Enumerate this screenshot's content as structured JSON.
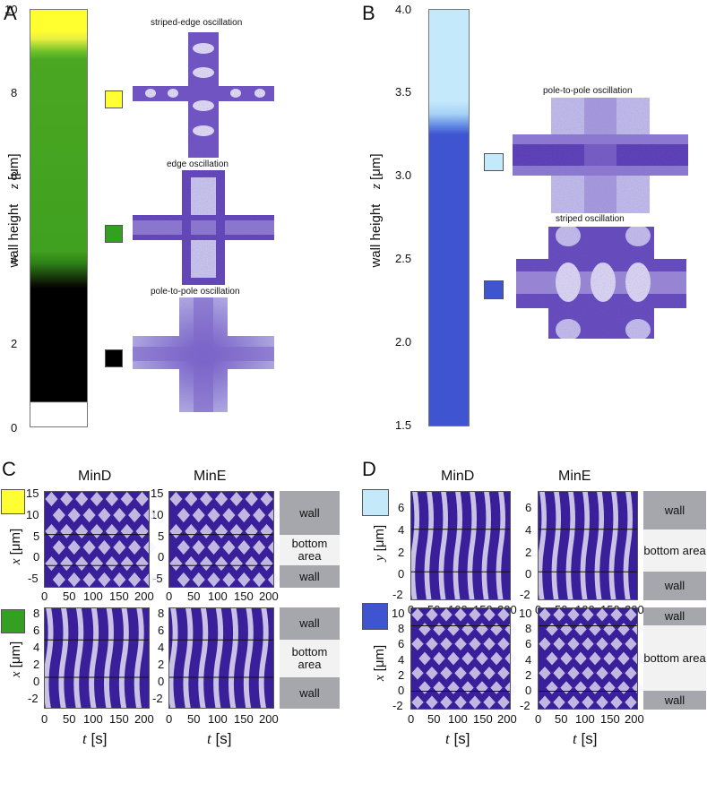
{
  "panelA": {
    "letter": "A",
    "ylabel_text": "wall height",
    "ylabel_var": "z",
    "ylabel_unit": "[μm]",
    "ticks": [
      "0",
      "2",
      "4",
      "6",
      "8",
      "10"
    ],
    "patterns": [
      {
        "label": "striped-edge oscillation",
        "swatch_color": "#ffff33"
      },
      {
        "label": "edge oscillation",
        "swatch_color": "#33a021"
      },
      {
        "label": "pole-to-pole oscillation",
        "swatch_color": "#000000"
      }
    ]
  },
  "panelB": {
    "letter": "B",
    "ylabel_text": "wall height",
    "ylabel_var": "z",
    "ylabel_unit": "[μm]",
    "ticks": [
      "1.5",
      "2.0",
      "2.5",
      "3.0",
      "3.5",
      "4.0"
    ],
    "patterns": [
      {
        "label": "pole-to-pole oscillation",
        "swatch_color": "#c4e9fb"
      },
      {
        "label": "striped oscillation",
        "swatch_color": "#3f54d1"
      }
    ]
  },
  "panelC": {
    "letter": "C",
    "col_titles": [
      "MinD",
      "MinE"
    ],
    "xlabel_var": "t",
    "xlabel_unit": "[s]",
    "xticks": [
      "0",
      "50",
      "100",
      "150",
      "200"
    ],
    "top": {
      "swatch_color": "#ffff33",
      "ylabel_var": "x",
      "ylabel_unit": "[μm]",
      "yticks": [
        "15",
        "10",
        "5",
        "0",
        "-5"
      ],
      "regions": [
        "wall",
        "bottom area",
        "wall"
      ]
    },
    "bottom": {
      "swatch_color": "#33a021",
      "ylabel_var": "x",
      "ylabel_unit": "[μm]",
      "yticks": [
        "8",
        "6",
        "4",
        "2",
        "0",
        "-2"
      ],
      "regions": [
        "wall",
        "bottom area",
        "wall"
      ]
    }
  },
  "panelD": {
    "letter": "D",
    "col_titles": [
      "MinD",
      "MinE"
    ],
    "xlabel_var": "t",
    "xlabel_unit": "[s]",
    "xticks": [
      "0",
      "50",
      "100",
      "150",
      "200"
    ],
    "top": {
      "swatch_color": "#c4e9fb",
      "ylabel_var": "y",
      "ylabel_unit": "[μm]",
      "yticks": [
        "6",
        "4",
        "2",
        "0",
        "-2"
      ],
      "regions": [
        "wall",
        "bottom area",
        "wall"
      ]
    },
    "bottom": {
      "swatch_color": "#3f54d1",
      "ylabel_var": "x",
      "ylabel_unit": "[μm]",
      "yticks": [
        "10",
        "8",
        "6",
        "4",
        "2",
        "0",
        "-2"
      ],
      "regions": [
        "wall",
        "bottom area",
        "wall"
      ]
    }
  },
  "colors": {
    "kymo_dark": "#3a1f9a",
    "kymo_light": "#f4f4fb",
    "region_gray": "#a6a6ad",
    "region_light": "#f2f2f2"
  }
}
